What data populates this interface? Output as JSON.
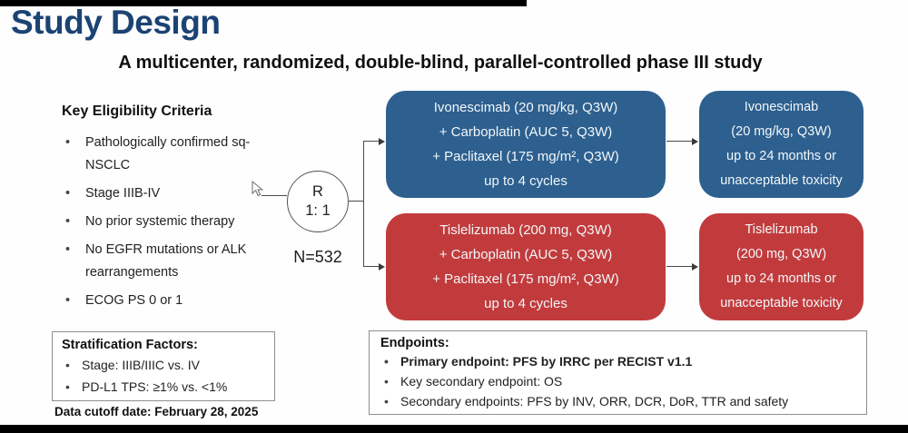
{
  "header": {
    "title": "Study Design",
    "subtitle": "A multicenter, randomized, double-blind, parallel-controlled phase III study"
  },
  "eligibility": {
    "heading": "Key Eligibility Criteria",
    "items": [
      "Pathologically confirmed sq-NSCLC",
      "Stage IIIB-IV",
      "No prior systemic therapy",
      "No EGFR mutations or ALK rearrangements",
      "ECOG PS 0 or 1"
    ]
  },
  "randomization": {
    "symbol": "R",
    "ratio": "1: 1",
    "n_label": "N=532"
  },
  "arms": {
    "induction": [
      {
        "name": "ivonescimab-chemo",
        "lines": [
          "Ivonescimab (20 mg/kg, Q3W)",
          "+ Carboplatin (AUC 5, Q3W)",
          "+ Paclitaxel (175 mg/m², Q3W)",
          "up to 4 cycles"
        ]
      },
      {
        "name": "tislelizumab-chemo",
        "lines": [
          "Tislelizumab (200 mg, Q3W)",
          "+ Carboplatin (AUC 5, Q3W)",
          "+ Paclitaxel (175 mg/m², Q3W)",
          "up to 4 cycles"
        ]
      }
    ],
    "maintenance": [
      {
        "name": "ivonescimab-maintenance",
        "lines": [
          "Ivonescimab",
          "(20 mg/kg, Q3W)",
          "up to 24 months or",
          "unacceptable toxicity"
        ]
      },
      {
        "name": "tislelizumab-maintenance",
        "lines": [
          "Tislelizumab",
          "(200 mg, Q3W)",
          "up to 24 months or",
          "unacceptable toxicity"
        ]
      }
    ]
  },
  "stratification": {
    "heading": "Stratification Factors:",
    "items": [
      "Stage: IIIB/IIIC vs. IV",
      "PD-L1 TPS: ≥1% vs. <1%"
    ]
  },
  "endpoints": {
    "heading": "Endpoints:",
    "items": [
      "Primary endpoint: PFS by IRRC per RECIST v1.1",
      "Key secondary endpoint: OS",
      "Secondary endpoints: PFS by INV, ORR, DCR, DoR, TTR and safety"
    ]
  },
  "footer": {
    "data_cutoff": "Data cutoff date: February 28, 2025"
  },
  "colors": {
    "title_navy": "#1b4373",
    "arm_blue": "#2d608f",
    "arm_red": "#c23b3c",
    "box_border": "#8f8f8f"
  }
}
